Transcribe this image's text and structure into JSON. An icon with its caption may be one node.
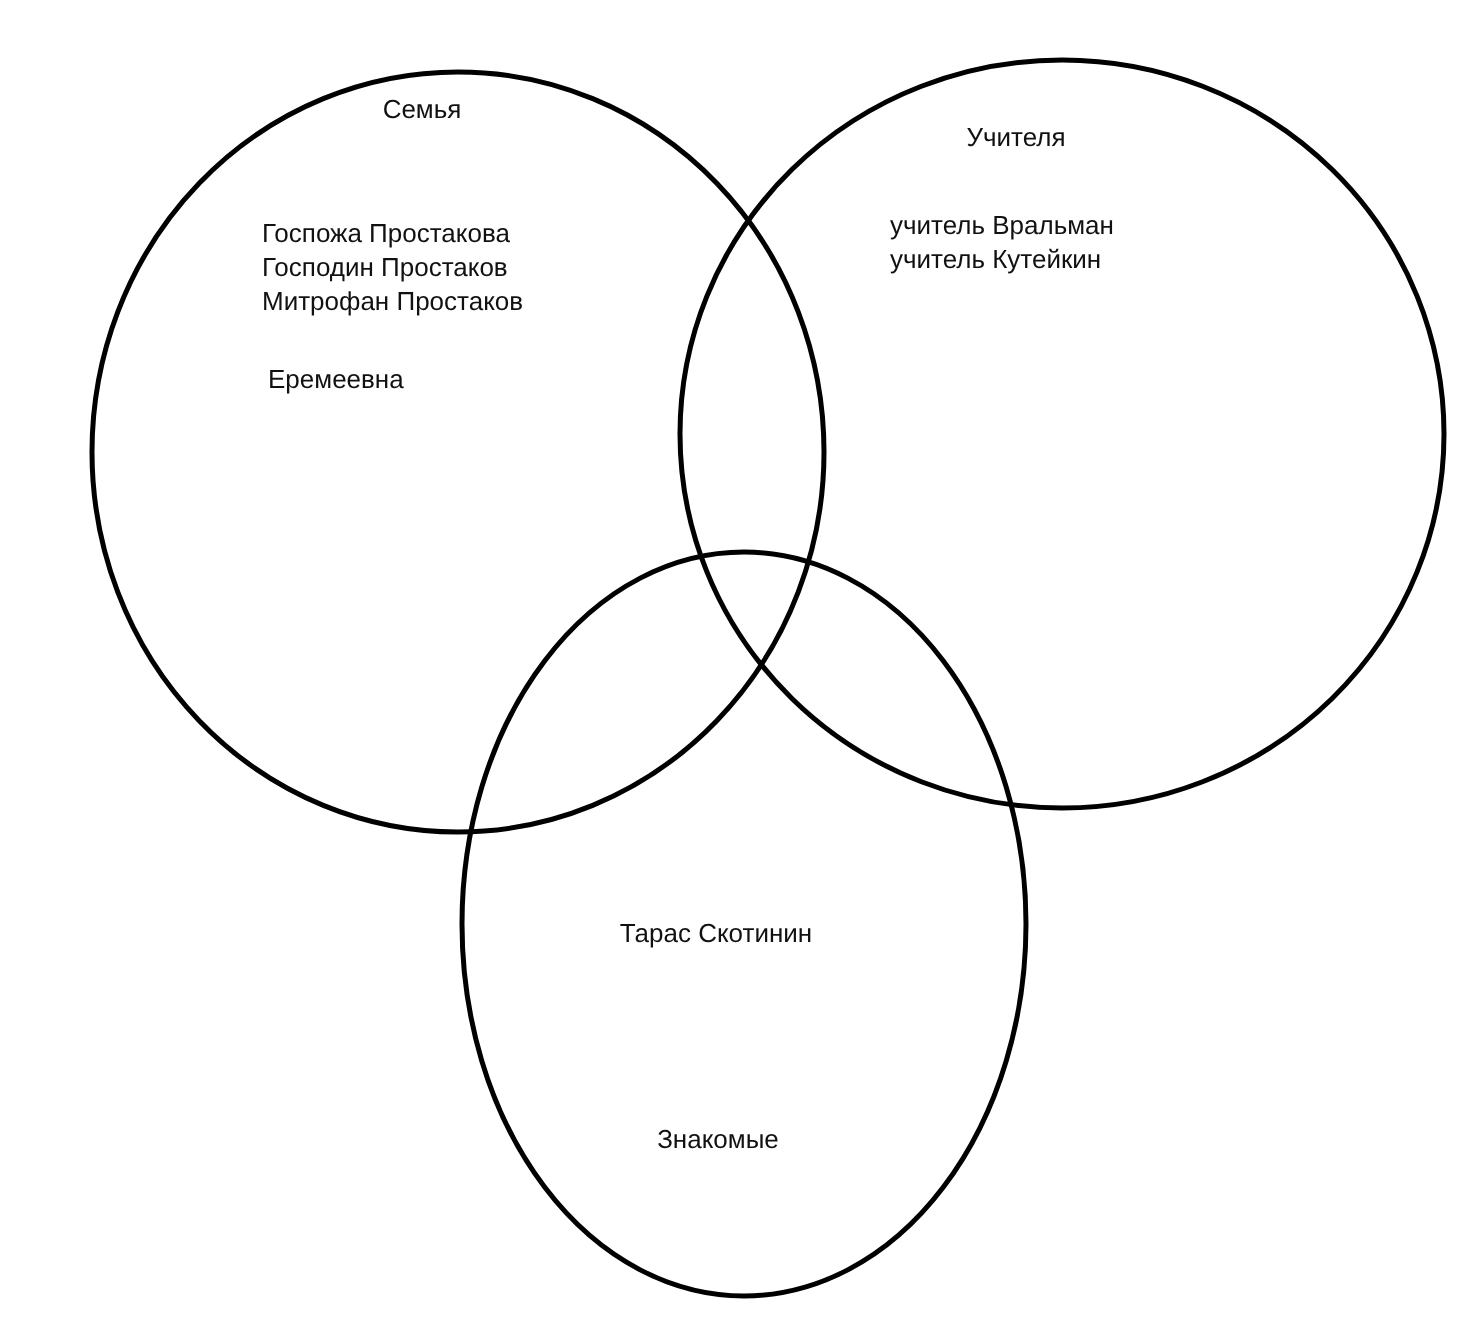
{
  "diagram": {
    "nodes": [
      {
        "text": [
          "Семья",
          "Госпожа Простакова",
          "Господин Простаков",
          "Митрофан Простаков",
          "Еремеевна"
        ]
      },
      {
        "text": [
          "Учителя",
          "учитель Вральман",
          "учитель Кутейкин"
        ]
      },
      {
        "text": [
          "Тарас Скотинин",
          "Знакомые"
        ]
      }
    ]
  }
}
